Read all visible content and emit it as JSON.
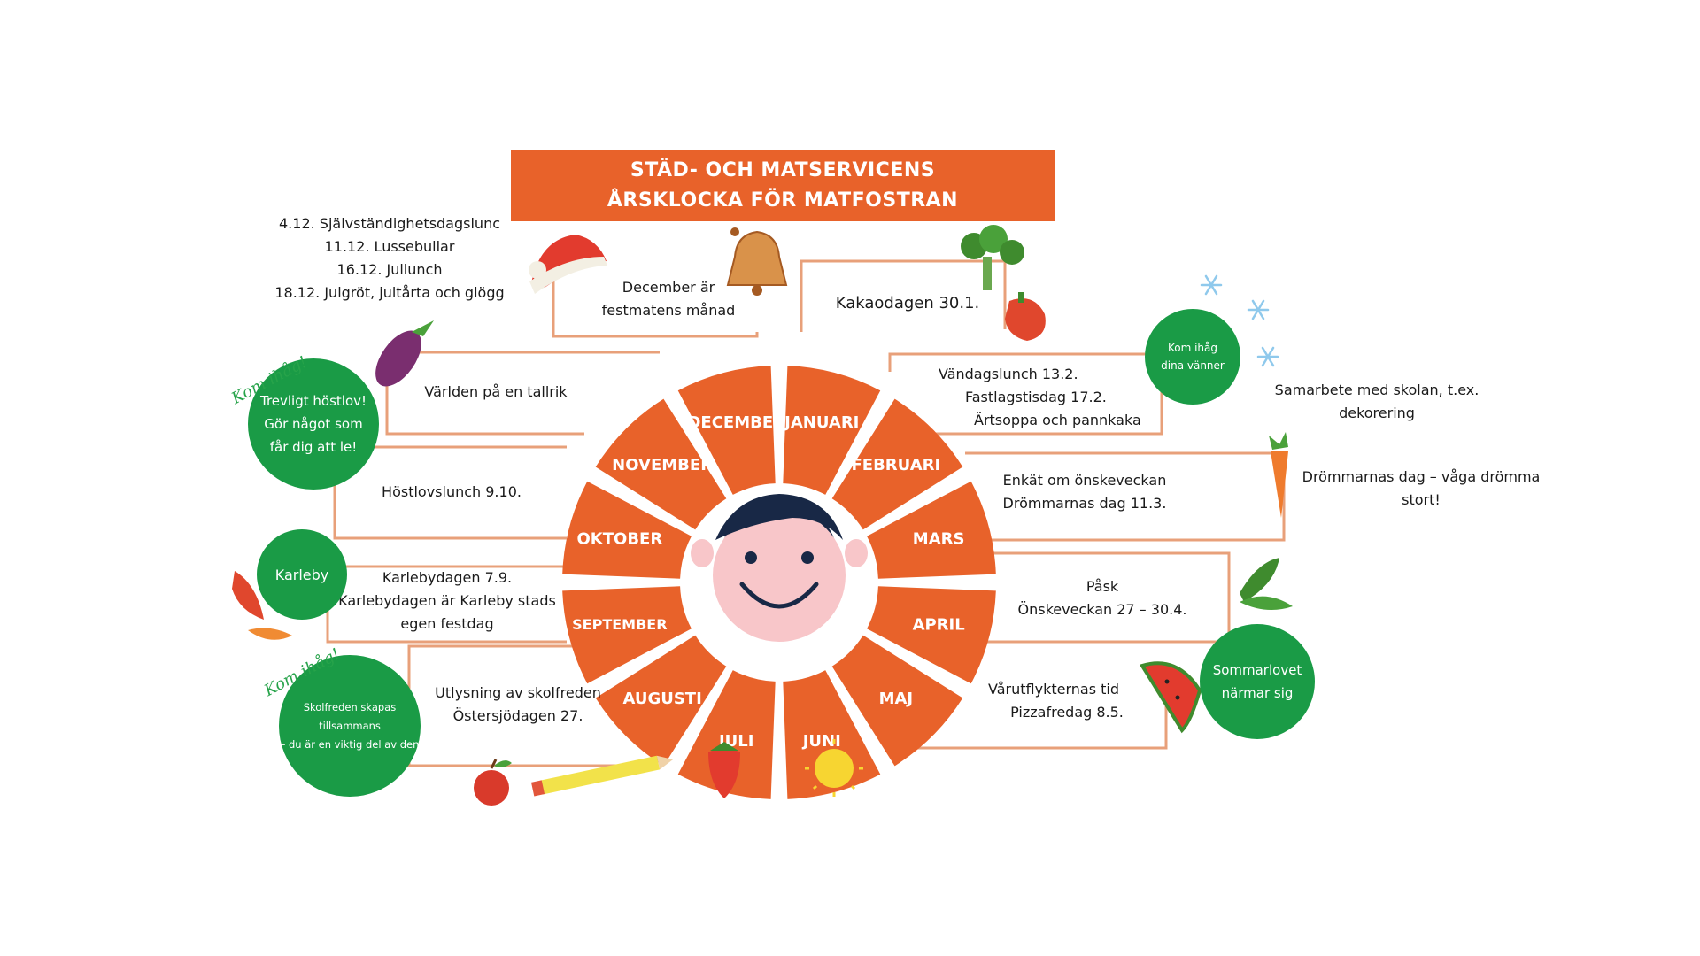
{
  "title": {
    "line1": "STÄD- OCH MATSERVICENS",
    "line2": "ÅRSKLOCKA FÖR MATFOSTRAN"
  },
  "wheel": {
    "colors": {
      "segment": "#e8622a",
      "hub": "#ffffff",
      "face_skin": "#f8c6c9",
      "hair": "#182846",
      "connector": "#e8a07a"
    },
    "months": [
      {
        "label": "JANUARI"
      },
      {
        "label": "FEBRUARI"
      },
      {
        "label": "MARS"
      },
      {
        "label": "APRIL"
      },
      {
        "label": "MAJ"
      },
      {
        "label": "JUNI"
      },
      {
        "label": "JULI"
      },
      {
        "label": "AUGUSTI"
      },
      {
        "label": "SEPTEMBER"
      },
      {
        "label": "OKTOBER"
      },
      {
        "label": "NOVEMBER"
      },
      {
        "label": "DECEMBER"
      }
    ]
  },
  "events": {
    "december_list": [
      "4.12. Självständighetsdagslunc",
      "11.12. Lussebullar",
      "16.12. Jullunch",
      "18.12. Julgröt, jultårta och glögg"
    ],
    "december": [
      "December är",
      "festmatens månad"
    ],
    "january": [
      "Kakaodagen 30.1."
    ],
    "february": [
      "Vändagslunch 13.2.",
      "Fastlagstisdag 17.2.",
      "Ärtsoppa och pannkaka"
    ],
    "february_side": [
      "Samarbete med skolan, t.ex.",
      "dekorering"
    ],
    "march": [
      "Enkät om önskeveckan",
      "Drömmarnas dag 11.3."
    ],
    "march_side": [
      "Drömmarnas dag – våga drömma",
      "stort!"
    ],
    "april": [
      "Påsk",
      "Önskeveckan 27 – 30.4."
    ],
    "may": [
      "Vårutflykternas tid",
      "Pizzafredag 8.5."
    ],
    "august": [
      "Utlysning av skolfreden",
      "Östersjödagen 27."
    ],
    "september": [
      "Karlebydagen 7.9.",
      "Karlebydagen är Karleby stads",
      "egen festdag"
    ],
    "october": [
      "Höstlovslunch 9.10."
    ],
    "november": [
      "Världen på en tallrik"
    ]
  },
  "bubbles": {
    "friends": [
      "Kom ihåg",
      "dina vänner"
    ],
    "summer": [
      "Sommarlovet",
      "närmar sig"
    ],
    "autumn": [
      "Trevligt höstlov!",
      "Gör något som",
      "får dig att le!"
    ],
    "karleby": [
      "Karleby"
    ],
    "peace": [
      "Skolfreden skapas",
      "tillsammans",
      "– du är en viktig del av den"
    ],
    "reminder_1": "Kom ihåg!",
    "reminder_2": "Kom ihåg!"
  },
  "icons": [
    "santa-hat-icon",
    "bell-icon",
    "broccoli-icon",
    "pepper-icon",
    "snowflake-icon",
    "eggplant-icon",
    "carrot-icon",
    "leaf-icon",
    "autumn-leaves-icon",
    "watermelon-icon",
    "apple-icon",
    "pencil-icon",
    "strawberry-icon",
    "sun-icon"
  ]
}
